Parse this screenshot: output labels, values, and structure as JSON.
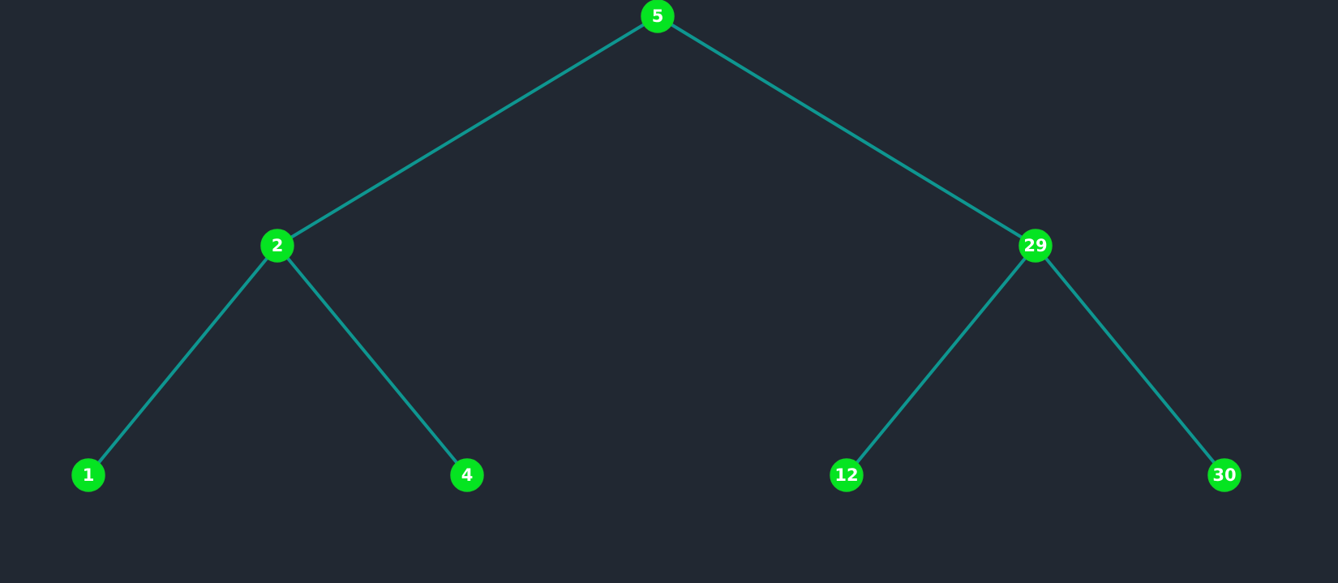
{
  "tree": {
    "edge_color": "#0e9690",
    "node_color": "#05e421",
    "background_color": "#212832",
    "label_color": "#ffffff",
    "nodes": [
      {
        "id": "n5",
        "label": "5"
      },
      {
        "id": "n2",
        "label": "2"
      },
      {
        "id": "n29",
        "label": "29"
      },
      {
        "id": "n1",
        "label": "1"
      },
      {
        "id": "n4",
        "label": "4"
      },
      {
        "id": "n12",
        "label": "12"
      },
      {
        "id": "n30",
        "label": "30"
      }
    ],
    "edges": [
      {
        "from": "n5",
        "to": "n2"
      },
      {
        "from": "n5",
        "to": "n29"
      },
      {
        "from": "n2",
        "to": "n1"
      },
      {
        "from": "n2",
        "to": "n4"
      },
      {
        "from": "n29",
        "to": "n12"
      },
      {
        "from": "n29",
        "to": "n30"
      }
    ]
  }
}
